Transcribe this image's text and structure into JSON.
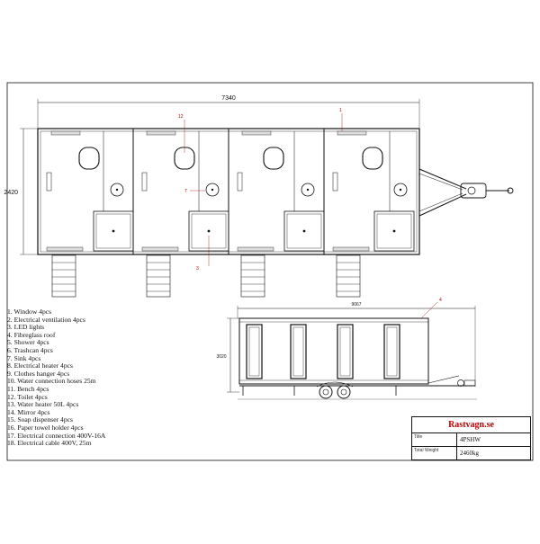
{
  "drawing": {
    "top_view": {
      "length_dim": "7340",
      "width_dim": "2420",
      "callouts": [
        "1",
        "12",
        "7",
        "3"
      ]
    },
    "side_view": {
      "length_dim": "9067",
      "height_dim": "3020",
      "callout": "4"
    }
  },
  "legend": [
    "1. Window 4pcs",
    "2. Electrical ventilation 4pcs",
    "3. LED lights",
    "4. Fibreglass roof",
    "5. Shower 4pcs",
    "6. Trashcan 4pcs",
    "7. Sink 4pcs",
    "8. Electrical heater 4pcs",
    "9. Clothes hanger 4pcs",
    "10. Water connection hoses 25m",
    "11. Bench 4pcs",
    "12. Toilet 4pcs",
    "13. Water heater 50L 4pcs",
    "14. Mirror 4pcs",
    "15. Soap dispenser 4pcs",
    "16. Paper towel holder 4pcs",
    "17. Electrical connection 400V-16A",
    "18. Electrical cable 400V, 25m"
  ],
  "title_block": {
    "brand": "Rastvagn.se",
    "title_label": "Title",
    "title_value": "4PSHW",
    "weight_label": "Total Weight",
    "weight_value": "2460kg"
  },
  "colors": {
    "line": "#111111",
    "callout": "#b00000",
    "brand": "#c00000"
  }
}
